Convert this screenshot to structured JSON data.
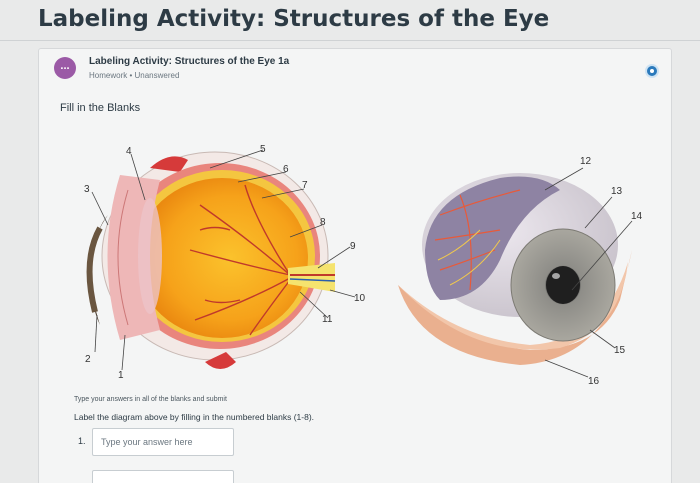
{
  "page": {
    "title": "Labeling Activity: Structures of the Eye"
  },
  "question": {
    "badge_text": "...",
    "title": "Labeling Activity: Structures of the Eye 1a",
    "meta": "Homework • Unanswered",
    "section_label": "Fill in the Blanks"
  },
  "diagram": {
    "labels": [
      "1",
      "2",
      "3",
      "4",
      "5",
      "6",
      "7",
      "8",
      "9",
      "10",
      "11",
      "12",
      "13",
      "14",
      "15",
      "16"
    ]
  },
  "instructions": {
    "submit_note": "Type your answers in all of the blanks and submit",
    "prompt": "Label the diagram above by filling in the numbered blanks (1-8).",
    "blank_number": "1.",
    "placeholder": "Type your answer here"
  },
  "colors": {
    "badge": "#9b5aa6",
    "accent": "#2b7abc",
    "vitreous": "#f6a21a"
  }
}
